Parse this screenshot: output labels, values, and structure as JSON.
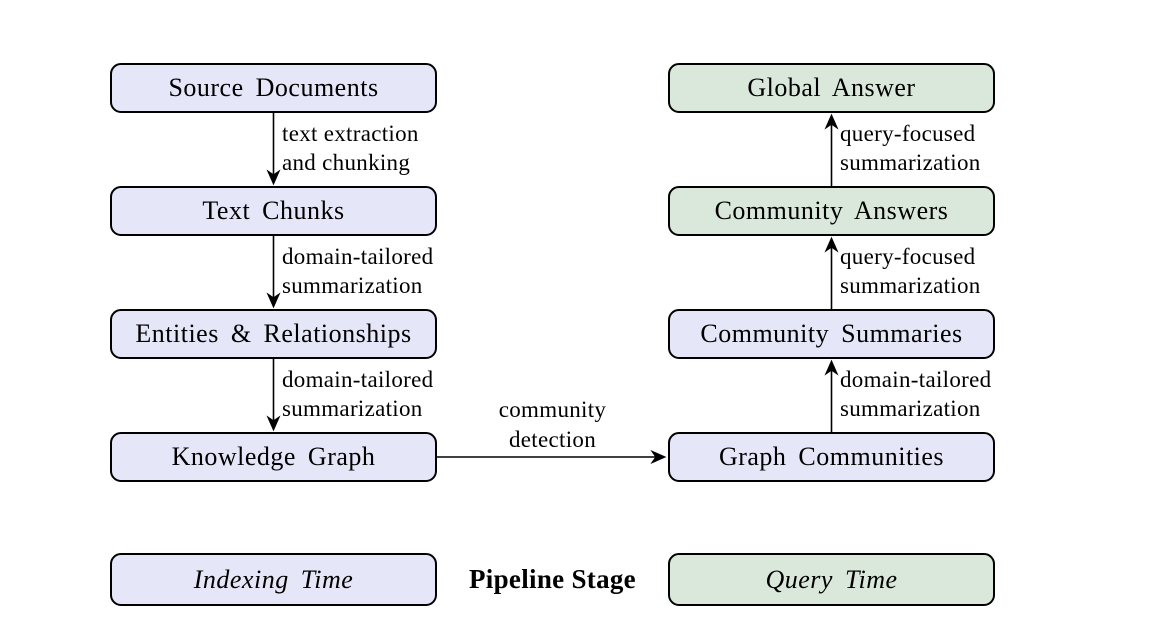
{
  "colors": {
    "indexing_fill": "#E6E6F9",
    "query_fill": "#D9E8DA",
    "stroke": "#000000",
    "background": "#FFFFFF"
  },
  "nodes": [
    {
      "id": "source-documents",
      "label": "Source Documents",
      "type": "indexing"
    },
    {
      "id": "text-chunks",
      "label": "Text Chunks",
      "type": "indexing"
    },
    {
      "id": "entities-relationships",
      "label": "Entities & Relationships",
      "type": "indexing"
    },
    {
      "id": "knowledge-graph",
      "label": "Knowledge Graph",
      "type": "indexing"
    },
    {
      "id": "global-answer",
      "label": "Global Answer",
      "type": "query"
    },
    {
      "id": "community-answers",
      "label": "Community Answers",
      "type": "query"
    },
    {
      "id": "community-summaries",
      "label": "Community Summaries",
      "type": "indexing"
    },
    {
      "id": "graph-communities",
      "label": "Graph Communities",
      "type": "indexing"
    }
  ],
  "edges": [
    {
      "from": "source-documents",
      "to": "text-chunks",
      "lines": [
        "text extraction",
        "and chunking"
      ]
    },
    {
      "from": "text-chunks",
      "to": "entities-relationships",
      "lines": [
        "domain-tailored",
        "summarization"
      ]
    },
    {
      "from": "entities-relationships",
      "to": "knowledge-graph",
      "lines": [
        "domain-tailored",
        "summarization"
      ]
    },
    {
      "from": "knowledge-graph",
      "to": "graph-communities",
      "lines": [
        "community",
        "detection"
      ]
    },
    {
      "from": "graph-communities",
      "to": "community-summaries",
      "lines": [
        "domain-tailored",
        "summarization"
      ]
    },
    {
      "from": "community-summaries",
      "to": "community-answers",
      "lines": [
        "query-focused",
        "summarization"
      ]
    },
    {
      "from": "community-answers",
      "to": "global-answer",
      "lines": [
        "query-focused",
        "summarization"
      ]
    }
  ],
  "legend": {
    "indexing_label": "Indexing Time",
    "stage_label": "Pipeline Stage",
    "query_label": "Query Time"
  }
}
